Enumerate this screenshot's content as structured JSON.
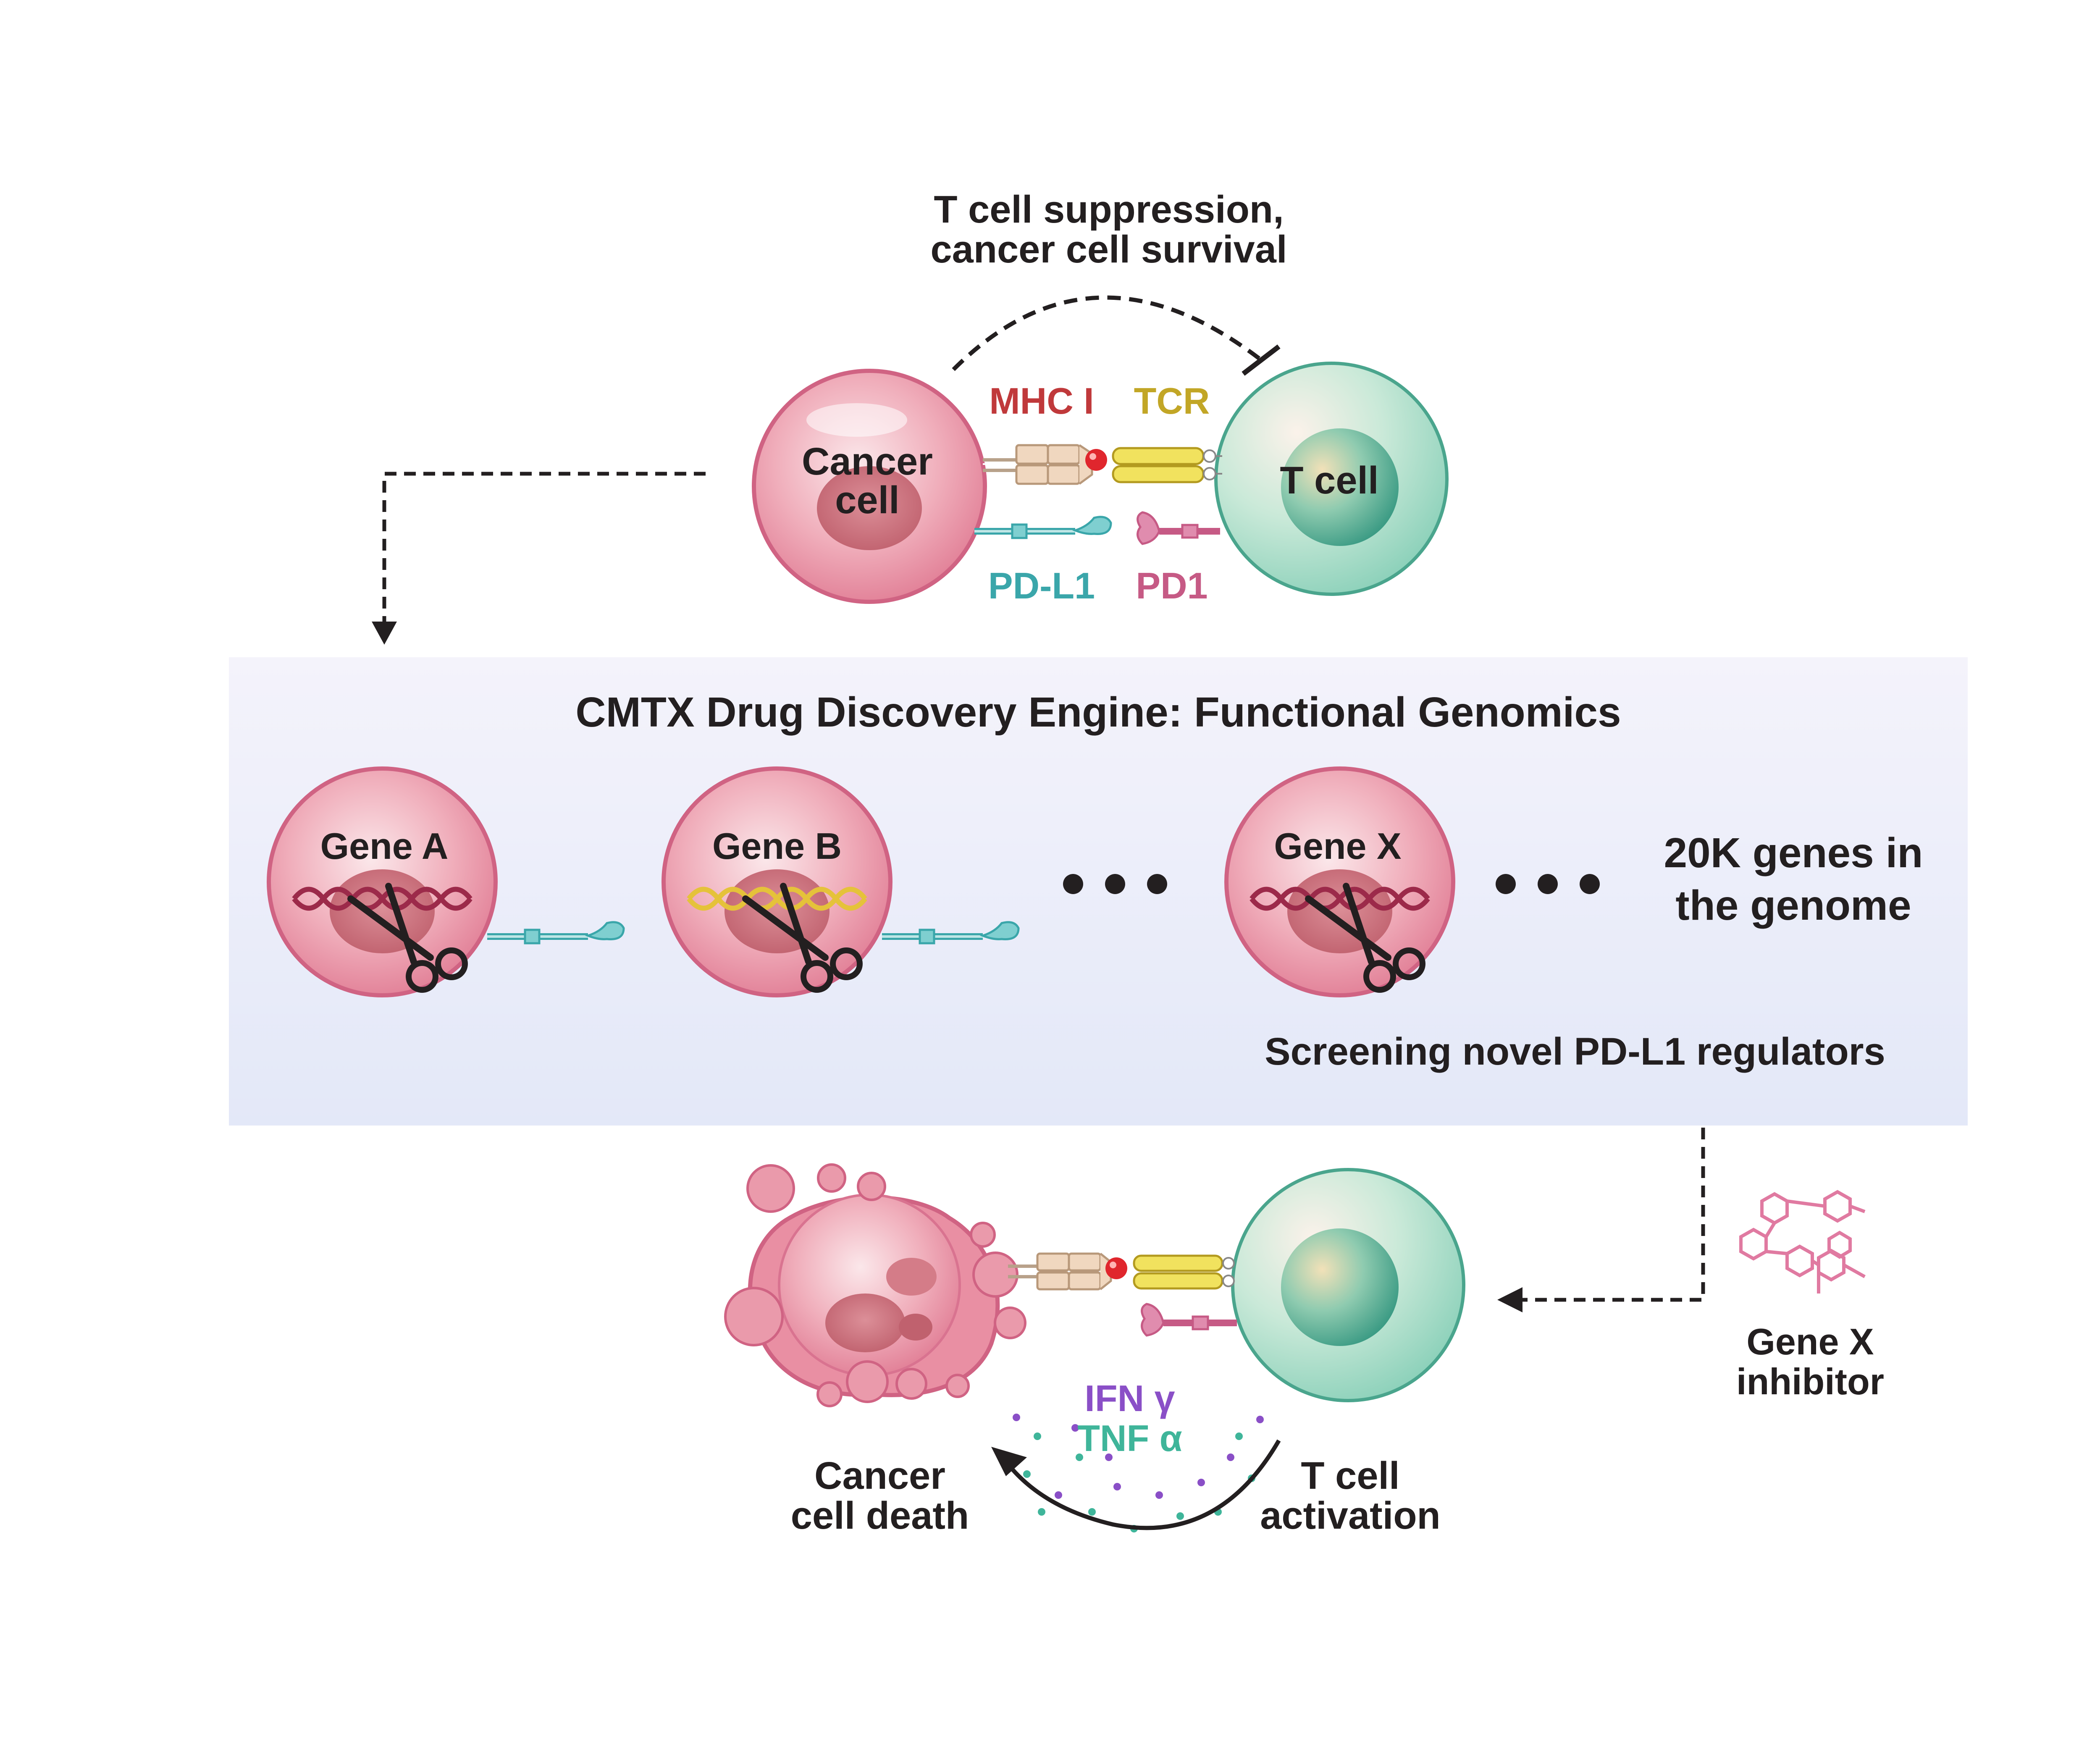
{
  "top": {
    "arc_label_line1": "T cell suppression,",
    "arc_label_line2": "cancer cell survival",
    "cancer_cell_line1": "Cancer",
    "cancer_cell_line2": "cell",
    "t_cell": "T cell",
    "mhc": "MHC I",
    "tcr": "TCR",
    "pdl1": "PD-L1",
    "pd1": "PD1"
  },
  "engine": {
    "title": "CMTX Drug Discovery Engine: Functional Genomics",
    "genes": [
      "Gene A",
      "Gene B",
      "Gene X"
    ],
    "genome_line1": "20K genes in",
    "genome_line2": "the genome",
    "screening": "Screening novel PD-L1 regulators"
  },
  "bottom": {
    "ifn": "IFN γ",
    "tnf": "TNF α",
    "death_line1": "Cancer",
    "death_line2": "cell death",
    "activation_line1": "T cell",
    "activation_line2": "activation",
    "inhibitor_line1": "Gene X",
    "inhibitor_line2": "inhibitor"
  },
  "colors": {
    "mhc": "#c0393b",
    "tcr": "#c2a626",
    "pdl1": "#3aa6aa",
    "pd1": "#c65a85",
    "ifn": "#8a4fc7",
    "tnf": "#3fb59a",
    "text": "#231f20",
    "panel": "#e8ecfa"
  }
}
